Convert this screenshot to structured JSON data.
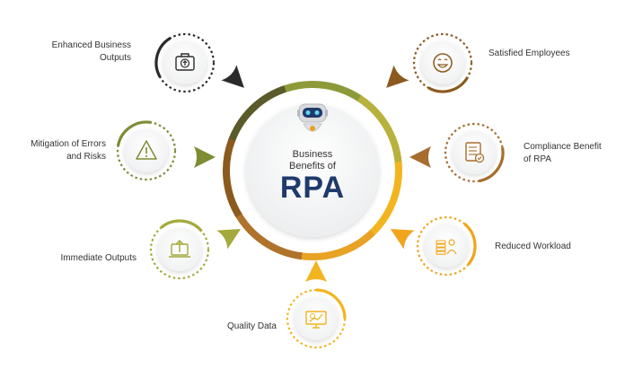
{
  "center": {
    "caption": "Business\nBenefits of",
    "title": "RPA"
  },
  "benefits": [
    {
      "label": "Enhanced Business\nOutputs",
      "icon": "briefcase-icon",
      "color": "#2b2b2b"
    },
    {
      "label": "Mitigation of Errors\nand Risks",
      "icon": "warning-icon",
      "color": "#7e8c33"
    },
    {
      "label": "Immediate Outputs",
      "icon": "laptop-upload-icon",
      "color": "#a4a93b"
    },
    {
      "label": "Quality Data",
      "icon": "monitor-chart-icon",
      "color": "#f2b51f"
    },
    {
      "label": "Reduced Workload",
      "icon": "coins-person-icon",
      "color": "#f0a51c"
    },
    {
      "label": "Compliance Benefit\nof RPA",
      "icon": "checklist-icon",
      "color": "#a86d2e"
    },
    {
      "label": "Satisfied Employees",
      "icon": "smiley-icon",
      "color": "#8c5a1e"
    }
  ],
  "ring_colors": [
    "#5a5a2a",
    "#8e9a3a",
    "#b7b23c",
    "#f2b51f",
    "#e8a224",
    "#b0732b",
    "#8c5a1e"
  ]
}
